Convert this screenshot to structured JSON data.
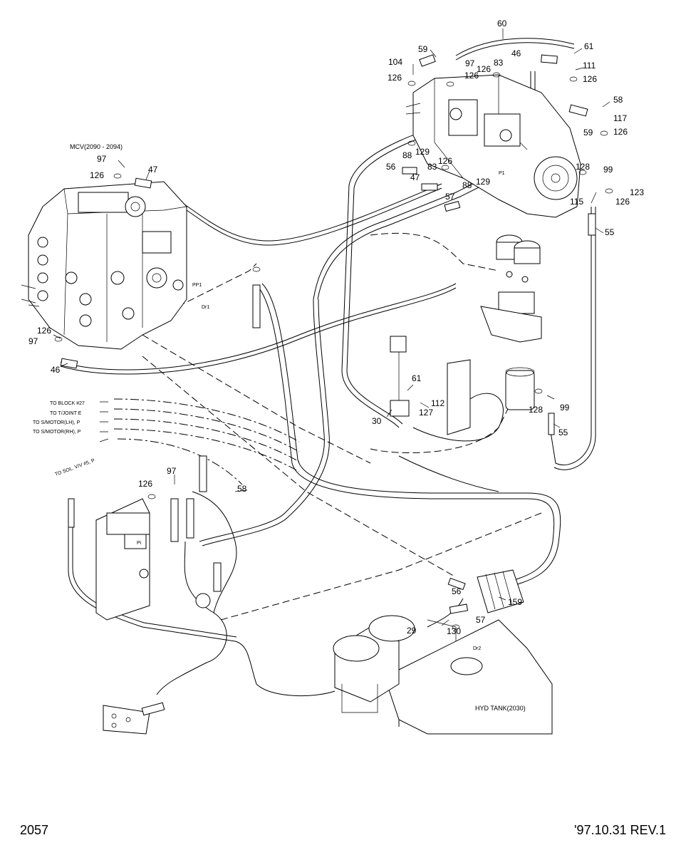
{
  "page": {
    "number": "2057",
    "revision": "'97.10.31  REV.1"
  },
  "assemblies": {
    "mcv": "MCV(2090 - 2094)",
    "tank": "HYD TANK(2030)"
  },
  "destinations": {
    "block": "TO BLOCK #27",
    "tjoint": "TO T/JOINT  E",
    "smotor_lh": "TO S/MOTOR(LH), P",
    "smotor_rh": "TO S/MOTOR(RH), P",
    "sol": "TO SOL. V/V #5, P"
  },
  "small_marks": {
    "dr1": "Dr1",
    "dr2": "Dr2",
    "pp1": "PP1",
    "pi": "Pi",
    "p1": "P1"
  },
  "callouts": {
    "c60": "60",
    "c59a": "59",
    "c61a": "61",
    "c104": "104",
    "c97a": "97",
    "c83a": "83",
    "c46a": "46",
    "c126a": "126",
    "c126b": "126",
    "c126c": "126",
    "c111": "111",
    "c126d": "126",
    "c58a": "58",
    "c117": "117",
    "c59b": "59",
    "c126e": "126",
    "c97b": "97",
    "c126f": "126",
    "c47a": "47",
    "c88a": "88",
    "c129a": "129",
    "c126g": "126",
    "c56a": "56",
    "c83b": "83",
    "c47b": "47",
    "c128a": "128",
    "c99a": "99",
    "c88b": "88",
    "c129b": "129",
    "c57a": "57",
    "c115": "115",
    "c123": "123",
    "c126h": "126",
    "c55a": "55",
    "c126i": "126",
    "c97c": "97",
    "c46b": "46",
    "c61b": "61",
    "c30": "30",
    "c127": "127",
    "c112": "112",
    "c128b": "128",
    "c99b": "99",
    "c55b": "55",
    "c97d": "97",
    "c126j": "126",
    "c58b": "58",
    "c56b": "56",
    "c57b": "57",
    "c159": "159",
    "c29": "29",
    "c130": "130"
  }
}
